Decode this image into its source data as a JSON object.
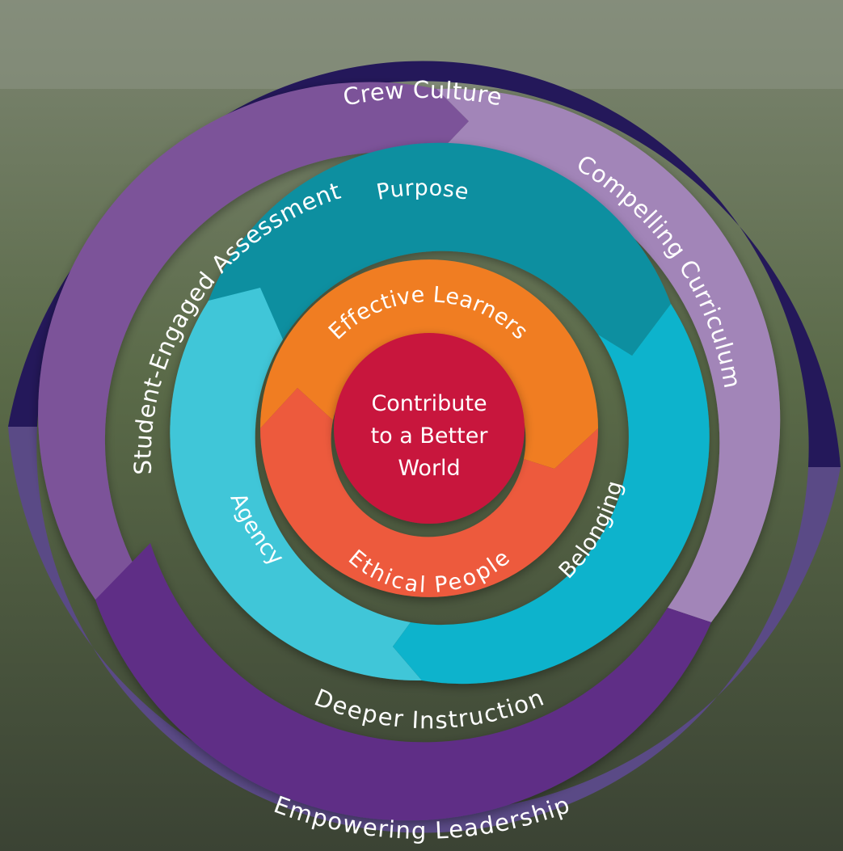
{
  "diagram": {
    "rings": {
      "outer": {
        "top": "Crew Culture",
        "bottom": "Empowering Leadership",
        "colors": {
          "top": "#24185a",
          "bottom": "#5a4a86"
        }
      },
      "second": {
        "left": "Student-Engaged Assessment",
        "right": "Compelling Curriculum",
        "bottom": "Deeper Instruction",
        "colors": {
          "left": "#7b5299",
          "right": "#a285b8",
          "bottom": "#5e2f86"
        }
      },
      "third": {
        "top": "Purpose",
        "left": "Agency",
        "right": "Belonging",
        "colors": {
          "top": "#0b8fa0",
          "left": "#3fc6d8",
          "right": "#08b3cc"
        }
      },
      "fourth": {
        "top": "Effective Learners",
        "bottom": "Ethical People",
        "colors": {
          "top": "#f07d24",
          "bottom": "#ed5a3d"
        }
      }
    },
    "center": {
      "lines": [
        "Contribute",
        "to a Better",
        "World"
      ],
      "color": "#c8153c"
    },
    "background_color": "#56604a"
  }
}
